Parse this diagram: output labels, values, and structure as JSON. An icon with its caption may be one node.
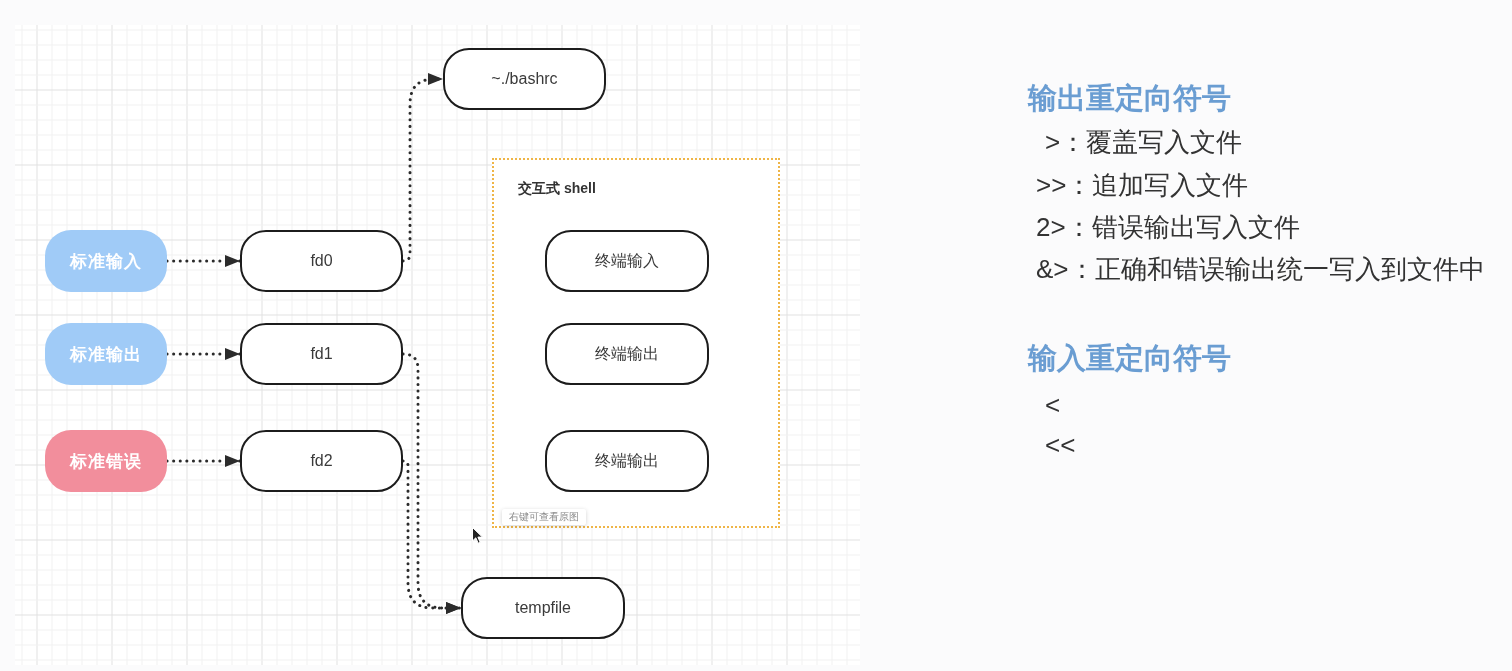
{
  "diagram": {
    "nodes": [
      {
        "text": [
          "标准输入"
        ]
      },
      {
        "text": [
          "标准输出"
        ]
      },
      {
        "text": [
          "标准错误"
        ]
      },
      {
        "text": [
          "fd0"
        ]
      },
      {
        "text": [
          "fd1"
        ]
      },
      {
        "text": [
          "fd2"
        ]
      },
      {
        "text": [
          "~./bashrc"
        ]
      },
      {
        "text": [
          "交互式 shell"
        ]
      },
      {
        "text": [
          "终端输入"
        ],
        "in": 7
      },
      {
        "text": [
          "终端输出"
        ],
        "in": 7
      },
      {
        "text": [
          "终端输出"
        ],
        "in": 7
      },
      {
        "text": [
          "tempfile"
        ]
      }
    ],
    "edges": [
      {
        "from": 0,
        "to": 3,
        "arrow": "to"
      },
      {
        "from": 1,
        "to": 4,
        "arrow": "to"
      },
      {
        "from": 2,
        "to": 5,
        "arrow": "to"
      },
      {
        "from": 3,
        "to": 6,
        "arrow": "to"
      },
      {
        "from": 4,
        "to": 11,
        "arrow": "to"
      },
      {
        "from": 5,
        "to": 11,
        "arrow": "to"
      }
    ],
    "labels": [
      "输出重定向符号",
      ">：覆盖写入文件",
      ">>：追加写入文件",
      "2>：错误输出写入文件",
      "&>：正确和错误输出统一写入到文件中",
      "输入重定向符号",
      "<",
      "<<",
      "右键可查看原图"
    ]
  }
}
